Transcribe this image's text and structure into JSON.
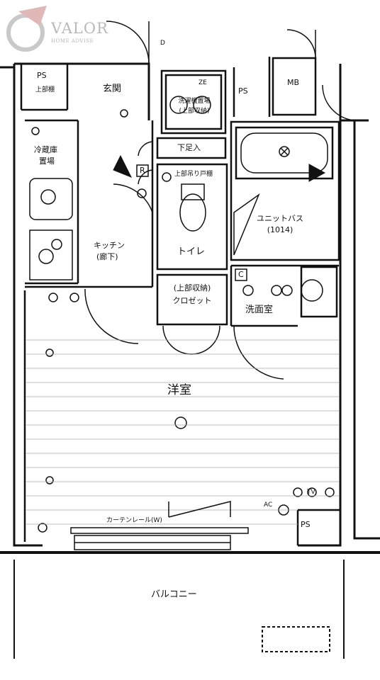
{
  "logo": {
    "name": "VALOR",
    "tagline": "HOME ADVISE"
  },
  "rooms": {
    "entrance": "玄関",
    "ps_top_left": "PS",
    "ps_top_left_sub": "上部棚",
    "ps_top_mid": "PS",
    "mb": "MB",
    "ps_bottom_right": "PS",
    "laundry_line1": "洗濯機置場",
    "laundry_line2": "(上部収納)",
    "shoe_storage": "下足入",
    "fridge_line1": "冷蔵庫",
    "fridge_line2": "置場",
    "kitchen_line1": "キッチン",
    "kitchen_line2": "(廊下)",
    "toilet": "トイレ",
    "toilet_shelf": "上部吊り戸棚",
    "unit_bath_line1": "ユニットバス",
    "unit_bath_line2": "(1014)",
    "closet_line1": "(上部収納)",
    "closet_line2": "クロゼット",
    "washroom": "洗面室",
    "western_room": "洋室",
    "curtain_rail": "カーテンレール(W)",
    "balcony": "バルコニー"
  },
  "symbols": {
    "r_box": "R",
    "c_box": "C",
    "d_label": "D",
    "tv_label": "TV",
    "ac_label": "AC",
    "ze_label": "ZE"
  }
}
